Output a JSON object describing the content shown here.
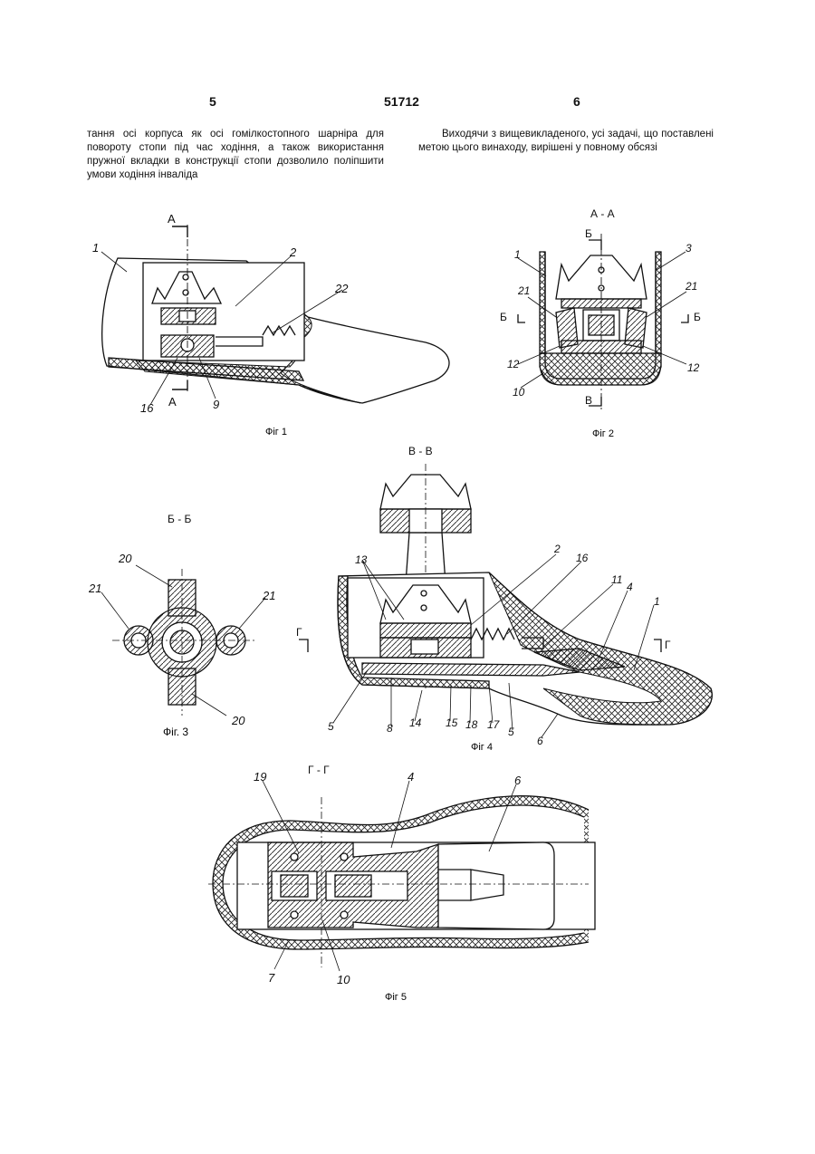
{
  "header": {
    "page_left": "5",
    "patent_number": "51712",
    "page_right": "6"
  },
  "text": {
    "left_column": "тання осі корпуса як осі гомілкостопного шарніра для повороту стопи під час ходіння, а також використання пружної вкладки в конструкції стопи дозволило поліпшити умови ходіння інваліда",
    "right_column": "Виходячи з вищевикладеного, усі задачі, що поставлені метою цього винаходу, вирішені у повному обсязі"
  },
  "figures": {
    "fig1": {
      "caption": "Фіг 1",
      "callouts": [
        "1",
        "2",
        "22",
        "9",
        "16"
      ],
      "section_marks": [
        "А",
        "А"
      ]
    },
    "fig2": {
      "caption": "Фіг 2",
      "title": "А - А",
      "callouts": [
        "1",
        "3",
        "21",
        "21",
        "12",
        "12",
        "10"
      ],
      "section_marks": [
        "Б",
        "Б",
        "Б",
        "В"
      ]
    },
    "fig3": {
      "caption": "Фіг. 3",
      "title": "Б - Б",
      "callouts": [
        "20",
        "21",
        "21",
        "20"
      ]
    },
    "fig4": {
      "caption": "Фіг 4",
      "title": "В - В",
      "callouts": [
        "13",
        "2",
        "16",
        "11",
        "4",
        "1",
        "5",
        "8",
        "14",
        "15",
        "18",
        "17",
        "5",
        "6"
      ],
      "section_marks": [
        "Г",
        "Г"
      ]
    },
    "fig5": {
      "caption": "Фіг 5",
      "title": "Г - Г",
      "callouts": [
        "19",
        "4",
        "6",
        "7",
        "10"
      ]
    }
  }
}
